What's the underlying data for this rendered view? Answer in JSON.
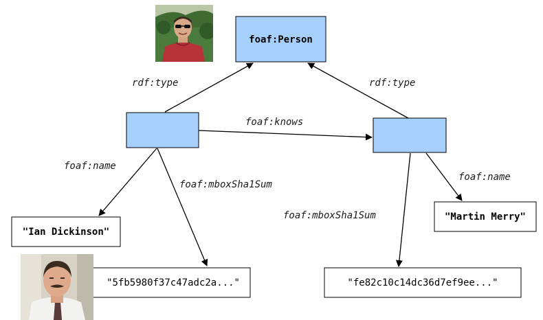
{
  "diagram": {
    "class_node": {
      "label": "foaf:Person"
    },
    "resource_nodes": [
      {
        "id": "ian",
        "label": ""
      },
      {
        "id": "martin",
        "label": ""
      }
    ],
    "literals": {
      "ian_name": "\"Ian Dickinson\"",
      "martin_name": "\"Martin Merry\"",
      "ian_sha1": "\"5fb5980f37c47adc2a...\"",
      "martin_sha1": "\"fe82c10c14dc36d7ef9ee...\""
    },
    "edges": {
      "ian_type": "rdf:type",
      "martin_type": "rdf:type",
      "knows": "foaf:knows",
      "ian_name": "foaf:name",
      "ian_mbox": "foaf:mboxSha1Sum",
      "martin_name": "foaf:name",
      "martin_mbox": "foaf:mboxSha1Sum"
    },
    "photos": [
      {
        "id": "photo-top",
        "subject": "man with sunglasses, red shirt, outdoors"
      },
      {
        "id": "photo-bottom",
        "subject": "man with moustache, white shirt and tie"
      }
    ],
    "colors": {
      "node_fill": "#a6cffb",
      "literal_fill": "#ffffff",
      "stroke": "#000000"
    }
  }
}
